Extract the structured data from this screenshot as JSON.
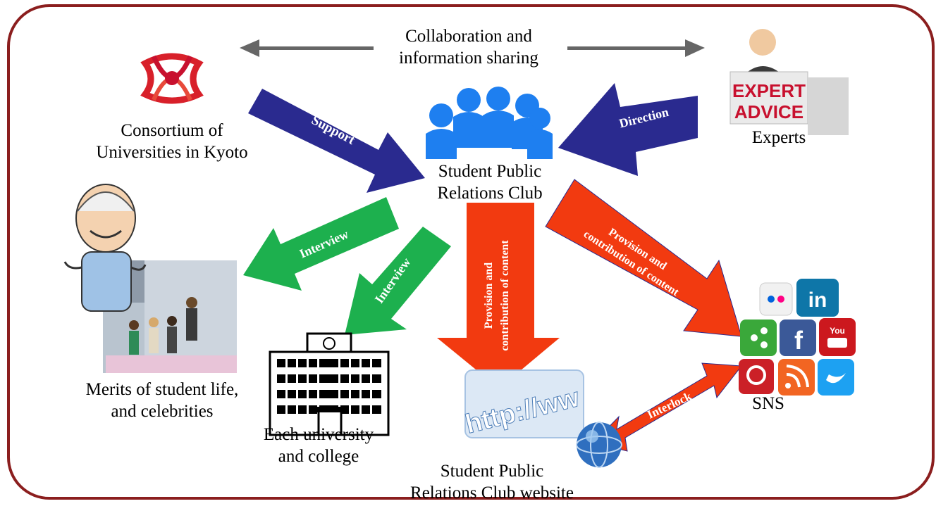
{
  "colors": {
    "border": "#8b1e1e",
    "support_arrow": "#2a2a8f",
    "interview_arrow": "#1db04e",
    "content_arrow": "#f23a10",
    "gray_arrow": "#666666"
  },
  "top_label": "Collaboration and\ninformation sharing",
  "nodes": {
    "consortium": {
      "label": "Consortium of\nUniversities in Kyoto",
      "icon": "consortium-logo-icon"
    },
    "club": {
      "label": "Student Public\nRelations Club",
      "icon": "people-group-icon"
    },
    "experts": {
      "label": "Experts",
      "icon": "expert-advice-sign-icon",
      "sign_line1": "EXPERT",
      "sign_line2": "ADVICE"
    },
    "merits": {
      "label": "Merits of student life,\nand celebrities",
      "icon": "students-photo-icon"
    },
    "university": {
      "label": "Each university\nand college",
      "icon": "school-building-icon"
    },
    "website": {
      "label": "Student Public\nRelations Club website",
      "icon": "globe-icon",
      "url_text": "http://ww"
    },
    "sns": {
      "label": "SNS",
      "icon": "social-media-apps-icon"
    }
  },
  "arrows": {
    "support": "Support",
    "direction": "Direction",
    "interview_left": "Interview",
    "interview_right": "Interview",
    "provision_down_line1": "Provision and",
    "provision_down_line2": "contribution of content",
    "provision_right_line1": "Provision and",
    "provision_right_line2": "contribution of content",
    "interlock": "Interlock"
  }
}
